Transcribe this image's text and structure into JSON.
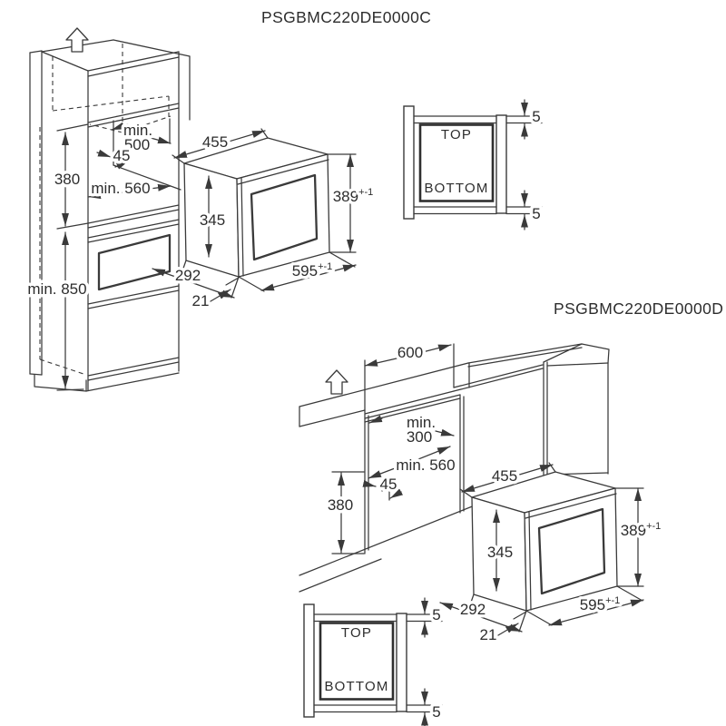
{
  "titles": {
    "model_c": "PSGBMC220DE0000C",
    "model_d": "PSGBMC220DE0000D"
  },
  "cabinet_column": {
    "niche_width_prefix": "min.",
    "niche_width": "500",
    "front_recess": "45",
    "niche_depth": "min. 560",
    "niche_height": "380",
    "plinth_height": "min. 850"
  },
  "counter_unit": {
    "cutout_width": "600",
    "clearance_prefix": "min.",
    "clearance": "300",
    "niche_depth": "min. 560",
    "front_recess": "45",
    "niche_height": "380"
  },
  "microwave": {
    "body_width": "455",
    "body_height": "345",
    "body_depth": "292",
    "frame_depth": "21",
    "frame_height": "389",
    "frame_height_tol": "+-1",
    "frame_width": "595",
    "frame_width_tol": "+-1"
  },
  "section_view": {
    "top_label": "TOP",
    "bottom_label": "BOTTOM",
    "gap_top": "5",
    "gap_bottom": "5"
  },
  "colors": {
    "line": "#3a3a3a",
    "text": "#2d2d2d",
    "background": "#ffffff"
  }
}
